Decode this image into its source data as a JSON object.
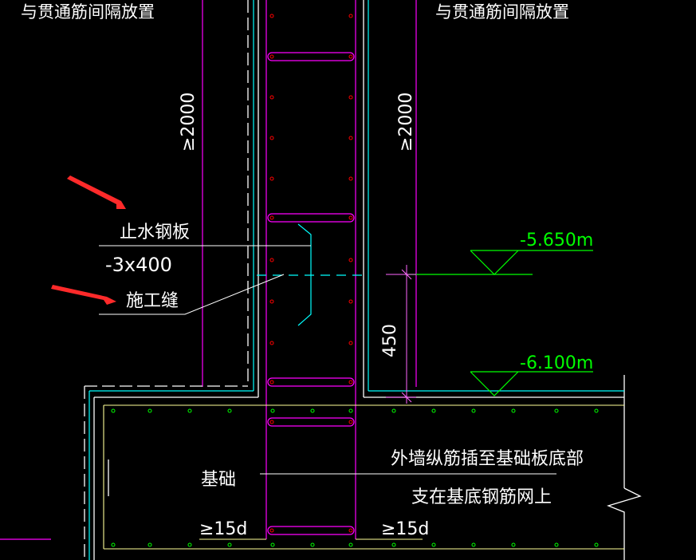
{
  "labels": {
    "top_left": "与贯通筋间隔放置",
    "top_right": "与贯通筋间隔放置",
    "dim_left": "≥2000",
    "dim_right": "≥2000",
    "water_stop_plate": "止水钢板",
    "plate_spec": "-3x400",
    "construction_joint": "施工缝",
    "elev_upper": "-5.650m",
    "elev_lower": "-6.100m",
    "dim_450": "450",
    "foundation": "基础",
    "note_line1": "外墙纵筋插至基础板底部",
    "note_line2": "支在基底钢筋网上",
    "anchor_left": "≥15d",
    "anchor_right": "≥15d"
  },
  "colors": {
    "background": "#000000",
    "white": "#ffffff",
    "magenta": "#ff00ff",
    "cyan": "#00ffff",
    "green": "#00ff00",
    "yellow": "#ffff00",
    "red": "#ff0000",
    "arrow_red": "#ff2a2a"
  }
}
